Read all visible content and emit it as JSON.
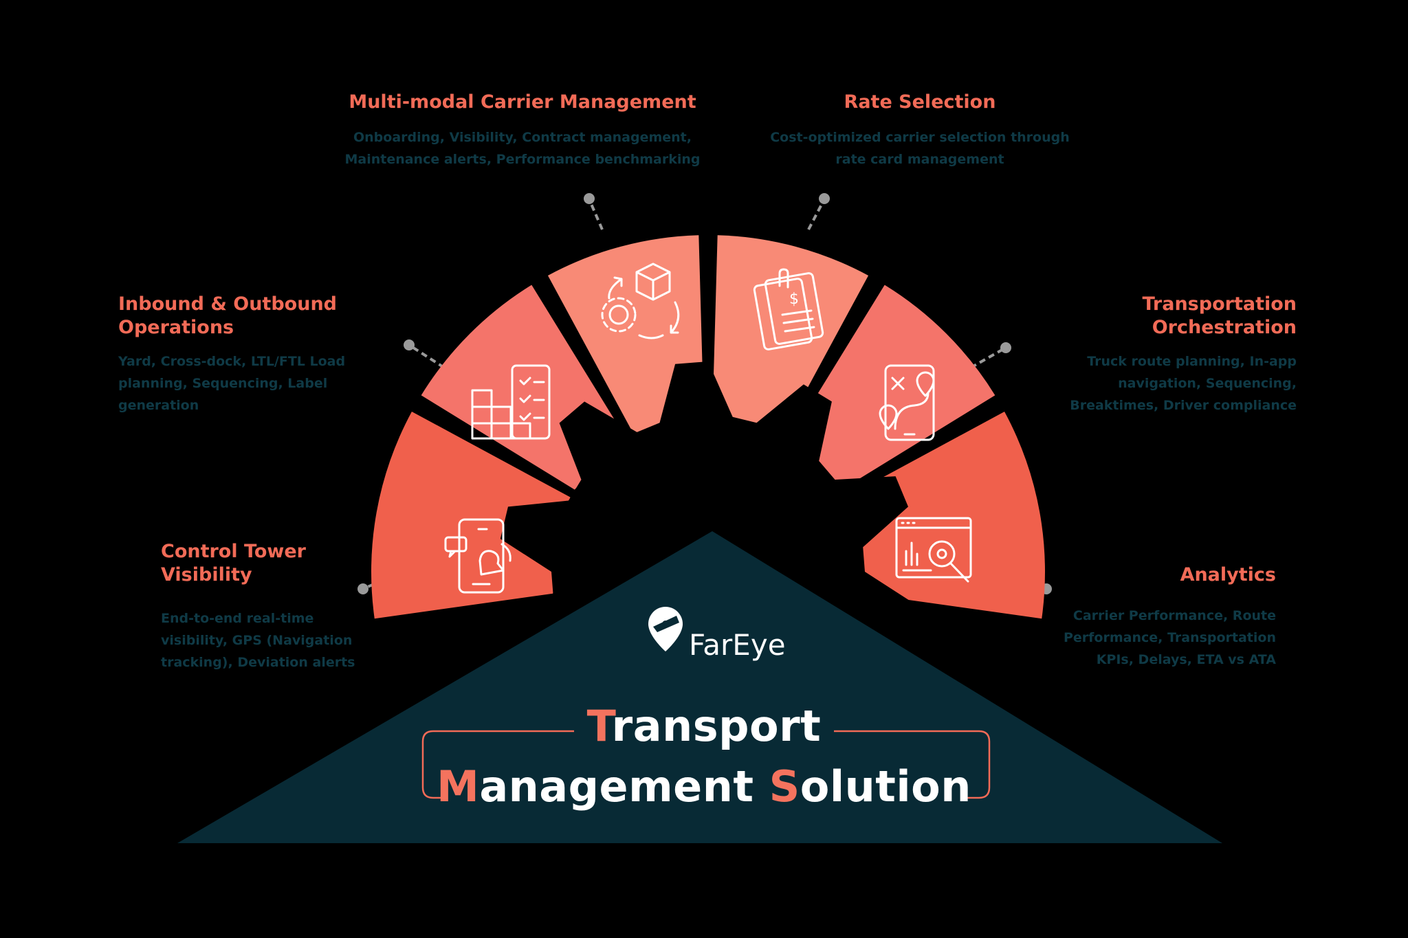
{
  "colors": {
    "background": "#000000",
    "segment_top": "#f88a76",
    "segment_mid": "#f4746a",
    "segment_bottom": "#f0604c",
    "triangle": "#082a35",
    "accent": "#f26b57",
    "description": "#0f3a46",
    "connector": "#9a9a9a"
  },
  "brand": {
    "name": "FarEye"
  },
  "center": {
    "line1_first": "T",
    "line1_rest": "ransport",
    "line2_m": "M",
    "line2_mid": "anagement ",
    "line2_s": "S",
    "line2_rest": "olution"
  },
  "sections": {
    "carrier": {
      "title": "Multi-modal Carrier Management",
      "desc1": "Onboarding, Visibility, Contract management,",
      "desc2": "Maintenance alerts, Performance benchmarking",
      "icon": "box-gear-cycle-icon"
    },
    "rate": {
      "title": "Rate Selection",
      "desc1": "Cost-optimized carrier selection through",
      "desc2": "rate card management",
      "icon": "invoice-dollar-icon"
    },
    "inbound": {
      "title1": "Inbound & Outbound",
      "title2": "Operations",
      "desc1": "Yard, Cross-dock, LTL/FTL Load",
      "desc2": "planning, Sequencing, Label",
      "desc3": "generation",
      "icon": "warehouse-checklist-icon"
    },
    "orchestration": {
      "title1": "Transportation",
      "title2": "Orchestration",
      "desc1": "Truck route planning, In-app",
      "desc2": "navigation, Sequencing,",
      "desc3": "Breaktimes, Driver compliance",
      "icon": "route-map-icon"
    },
    "control": {
      "title1": "Control Tower",
      "title2": "Visibility",
      "desc1": "End-to-end real-time",
      "desc2": "visibility, GPS (Navigation",
      "desc3": "tracking), Deviation alerts",
      "icon": "phone-alert-icon"
    },
    "analytics": {
      "title": "Analytics",
      "desc1": "Carrier Performance, Route",
      "desc2": "Performance, Transportation",
      "desc3": "KPIs, Delays, ETA vs ATA",
      "icon": "analytics-dashboard-icon"
    }
  }
}
